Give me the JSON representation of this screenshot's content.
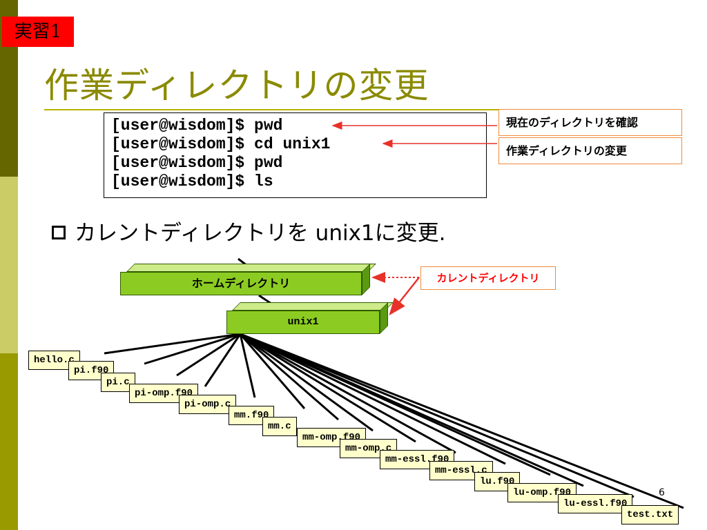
{
  "badge": "実習1",
  "title": "作業ディレクトリの変更",
  "terminal": {
    "lines": [
      "[user@wisdom]$ pwd",
      "[user@wisdom]$ cd unix1",
      "[user@wisdom]$ pwd",
      "[user@wisdom]$ ls"
    ]
  },
  "notes": {
    "pwd_note": "現在のディレクトリを確認",
    "cd_note": "作業ディレクトリの変更"
  },
  "bullet": "カレントディレクトリを unix1に変更.",
  "tree": {
    "home_label": "ホームディレクトリ",
    "unix1_label": "unix1",
    "current_label": "カレントディレクトリ",
    "files": [
      "hello.c",
      "pi.f90",
      "pi.c",
      "pi-omp.f90",
      "pi-omp.c",
      "mm.f90",
      "mm.c",
      "mm-omp.f90",
      "mm-omp.c",
      "mm-essl.f90",
      "mm-essl.c",
      "lu.f90",
      "lu-omp.f90",
      "lu-essl.f90",
      "test.txt"
    ]
  },
  "page_number": "6",
  "colors": {
    "title": "#8a8a00",
    "badge": "#ff0000",
    "box_green": "#8ccc22",
    "file_bg": "#ffffcc",
    "accent_red": "#ff0000",
    "note_border": "#f08a3a"
  }
}
